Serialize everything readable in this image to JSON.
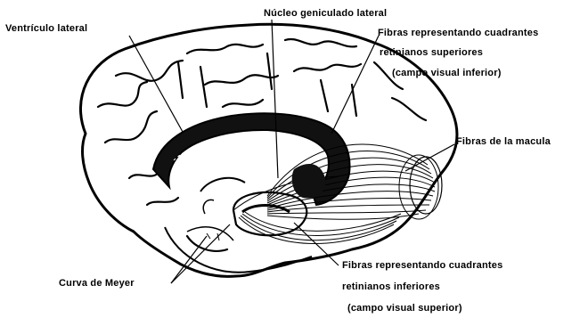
{
  "labels": {
    "ventricle": "Ventrículo lateral",
    "nucleus": "Núcleo geniculado lateral",
    "upper_fibers_1": "Fibras representando cuadrantes",
    "upper_fibers_2": "retinianos superiores",
    "upper_fibers_3": "(campo visual inferior)",
    "macula": "Fibras de la macula",
    "meyer": "Curva de Meyer",
    "lower_fibers_1": "Fibras representando cuadrantes",
    "lower_fibers_2": "retinianos inferiores",
    "lower_fibers_3": "(campo visual superior)"
  },
  "colors": {
    "ink": "#000000",
    "paper": "#ffffff"
  }
}
